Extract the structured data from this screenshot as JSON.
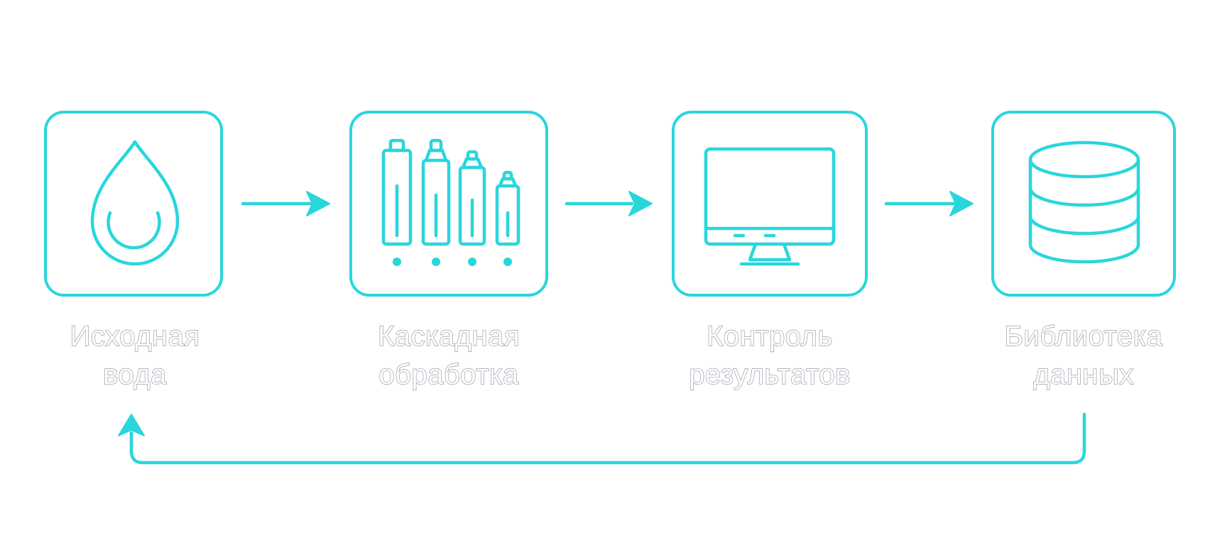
{
  "accent_color": "#29d6dc",
  "label_outline_color": "#9a9eaa",
  "stages": [
    {
      "line1": "Исходная",
      "line2": "вода",
      "icon": "water-drop-icon"
    },
    {
      "line1": "Каскадная",
      "line2": "обработка",
      "icon": "filter-cartridges-icon"
    },
    {
      "line1": "Контроль",
      "line2": "результатов",
      "icon": "monitor-icon"
    },
    {
      "line1": "Библиотека",
      "line2": "данных",
      "icon": "database-icon"
    }
  ],
  "connectors": [
    {
      "from": "Исходная вода",
      "to": "Каскадная обработка"
    },
    {
      "from": "Каскадная обработка",
      "to": "Контроль результатов"
    },
    {
      "from": "Контроль результатов",
      "to": "Библиотека данных"
    },
    {
      "from": "Библиотека данных",
      "to": "Исходная вода",
      "kind": "feedback-loop"
    }
  ]
}
